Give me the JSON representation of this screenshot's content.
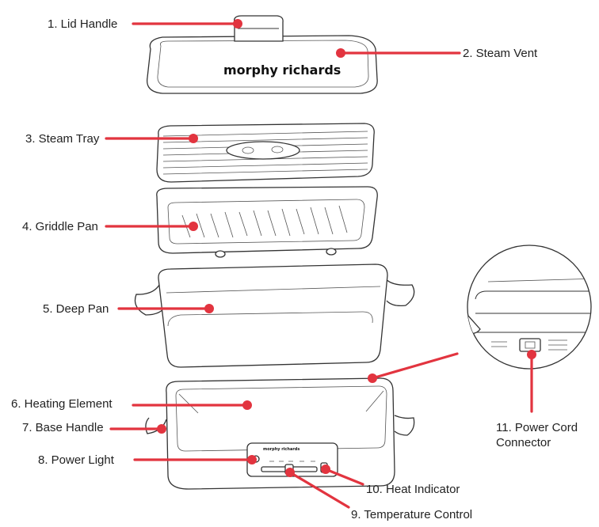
{
  "labels": [
    {
      "id": "lid-handle",
      "text": "1. Lid Handle"
    },
    {
      "id": "steam-vent",
      "text": "2. Steam Vent"
    },
    {
      "id": "steam-tray",
      "text": "3. Steam Tray"
    },
    {
      "id": "griddle-pan",
      "text": "4. Griddle Pan"
    },
    {
      "id": "deep-pan",
      "text": "5. Deep Pan"
    },
    {
      "id": "heating-element",
      "text": "6. Heating Element"
    },
    {
      "id": "base-handle",
      "text": "7. Base Handle"
    },
    {
      "id": "power-light",
      "text": "8. Power Light"
    },
    {
      "id": "temperature-control",
      "text": "9. Temperature Control"
    },
    {
      "id": "heat-indicator",
      "text": "10. Heat Indicator"
    },
    {
      "id": "power-cord-connector",
      "line1": "11. Power Cord",
      "line2": "Connector"
    }
  ],
  "brand": "morphy richards",
  "colors": {
    "accent": "#e2343f",
    "outline": "#333333"
  }
}
